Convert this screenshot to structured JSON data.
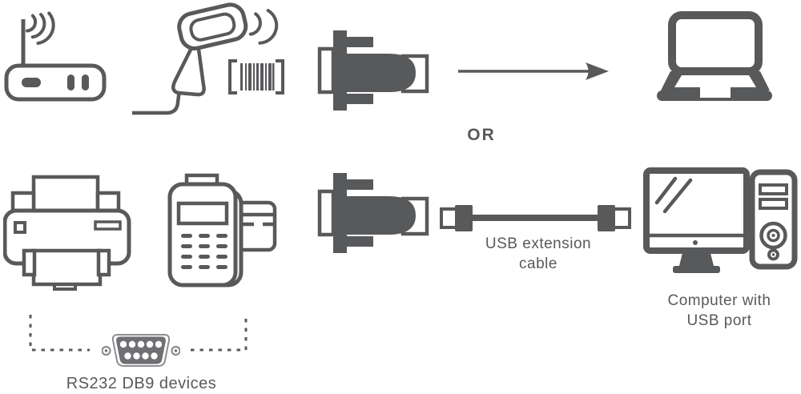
{
  "palette": {
    "icon_gray": "#58595b",
    "db9_body_gray": "#6f7073",
    "db9_outline_gray": "#8d8e91",
    "background": "#ffffff"
  },
  "texts": {
    "or_label": "OR",
    "usb_cable_label_line1": "USB extension",
    "usb_cable_label_line2": "cable",
    "computer_label_line1": "Computer with",
    "computer_label_line2": "USB port",
    "rs232_label": "RS232 DB9 devices"
  },
  "icons": {
    "top_row": [
      "wireless-router-icon",
      "barcode-scanner-icon",
      "serial-db9-to-usb-adapter-icon",
      "right-arrow-icon",
      "laptop-icon"
    ],
    "bottom_row": [
      "printer-icon",
      "pos-terminal-icon",
      "serial-db9-to-usb-adapter-icon",
      "usb-extension-cable-icon",
      "desktop-computer-icon"
    ],
    "footer": [
      "dashed-bracket",
      "db9-connector-icon"
    ]
  }
}
